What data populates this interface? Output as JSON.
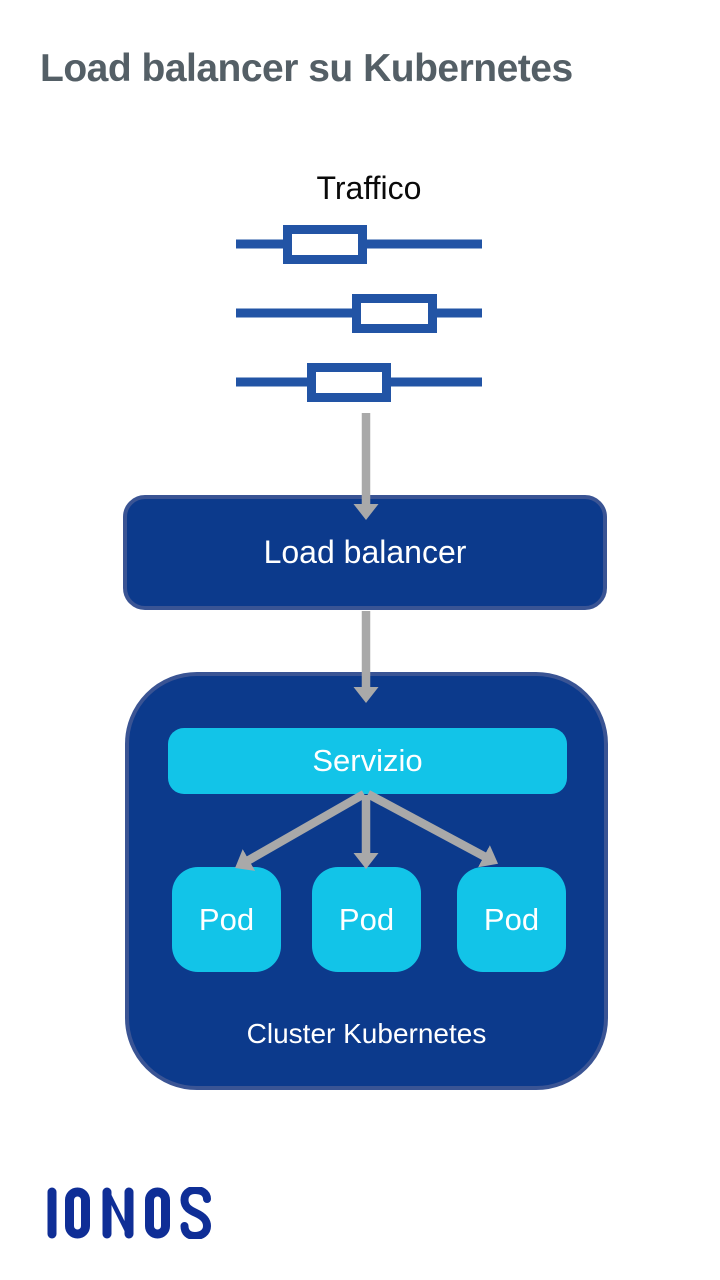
{
  "title": "Load balancer su Kubernetes",
  "diagram": {
    "traffic_label": "Traffico",
    "load_balancer_label": "Load balancer",
    "service_label": "Servizio",
    "pods": [
      {
        "label": "Pod"
      },
      {
        "label": "Pod"
      },
      {
        "label": "Pod"
      }
    ],
    "cluster_label": "Cluster Kubernetes"
  },
  "footer": {
    "brand": "IONOS"
  },
  "colors": {
    "title_text": "#545F66",
    "label_text": "#0A0A0A",
    "traffic_blue": "#2254A5",
    "arrow_gray": "#A9A9A9",
    "navy_fill": "#0C3A8C",
    "navy_border": "#3A5494",
    "cyan_fill": "#12C4E8",
    "box_text": "#FFFFFF",
    "brand_blue": "#0F2E96",
    "background": "#FFFFFF"
  }
}
